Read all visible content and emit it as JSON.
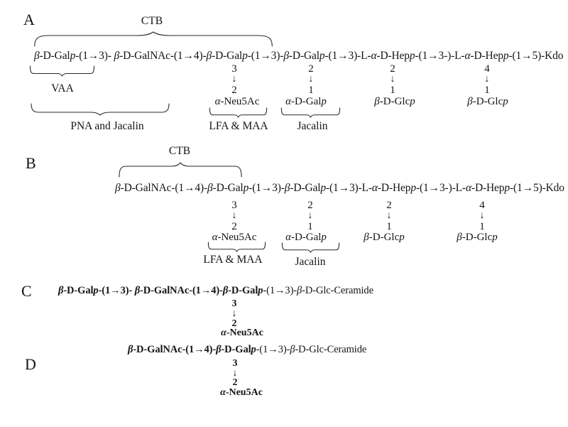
{
  "panels": {
    "A": {
      "label": "A",
      "ctb_label": "CTB",
      "vaa_label": "VAA",
      "pna_label": "PNA and Jacalin",
      "chain": [
        {
          "t": "β",
          "s": "i"
        },
        {
          "t": "-D-Gal"
        },
        {
          "t": "p",
          "s": "i"
        },
        {
          "t": "-(1→3)- "
        },
        {
          "t": "β",
          "s": "i"
        },
        {
          "t": "-D-GalNAc-(1→4)-"
        },
        {
          "t": "β",
          "s": "i"
        },
        {
          "t": "-D-Gal"
        },
        {
          "t": "p",
          "s": "i"
        },
        {
          "t": "-(1→3)-"
        },
        {
          "t": "β",
          "s": "i"
        },
        {
          "t": "-D-Gal"
        },
        {
          "t": "p",
          "s": "i"
        },
        {
          "t": "-(1→3)-L-"
        },
        {
          "t": "α",
          "s": "i"
        },
        {
          "t": "-D-Hep"
        },
        {
          "t": "p",
          "s": "i"
        },
        {
          "t": "-(1→3-)-L-"
        },
        {
          "t": "α",
          "s": "i"
        },
        {
          "t": "-D-Hep"
        },
        {
          "t": "p",
          "s": "i"
        },
        {
          "t": "-(1→5)-Kdo"
        }
      ],
      "branches": [
        {
          "from": "3",
          "arrow": "↓",
          "to": "2",
          "sugar": [
            {
              "t": "α",
              "s": "i"
            },
            {
              "t": "-Neu5Ac"
            }
          ],
          "brace_label": "LFA & MAA"
        },
        {
          "from": "2",
          "arrow": "↓",
          "to": "1",
          "sugar": [
            {
              "t": "α",
              "s": "i"
            },
            {
              "t": "-D-Gal"
            },
            {
              "t": "p",
              "s": "i"
            }
          ],
          "brace_label": "Jacalin"
        },
        {
          "from": "2",
          "arrow": "↓",
          "to": "1",
          "sugar": [
            {
              "t": "β",
              "s": "i"
            },
            {
              "t": "-D-Glc"
            },
            {
              "t": "p",
              "s": "i"
            }
          ]
        },
        {
          "from": "4",
          "arrow": "↓",
          "to": "1",
          "sugar": [
            {
              "t": "β",
              "s": "i"
            },
            {
              "t": "-D-Glc"
            },
            {
              "t": "p",
              "s": "i"
            }
          ]
        }
      ]
    },
    "B": {
      "label": "B",
      "ctb_label": "CTB",
      "chain": [
        {
          "t": "β",
          "s": "i"
        },
        {
          "t": "-D-GalNAc-(1→4)-"
        },
        {
          "t": "β",
          "s": "i"
        },
        {
          "t": "-D-Gal"
        },
        {
          "t": "p",
          "s": "i"
        },
        {
          "t": "-(1→3)-"
        },
        {
          "t": "β",
          "s": "i"
        },
        {
          "t": "-D-Gal"
        },
        {
          "t": "p",
          "s": "i"
        },
        {
          "t": "-(1→3)-L-"
        },
        {
          "t": "α",
          "s": "i"
        },
        {
          "t": "-D-Hep"
        },
        {
          "t": "p",
          "s": "i"
        },
        {
          "t": "-(1→3-)-L-"
        },
        {
          "t": "α",
          "s": "i"
        },
        {
          "t": "-D-Hep"
        },
        {
          "t": "p",
          "s": "i"
        },
        {
          "t": "-(1→5)-Kdo"
        }
      ],
      "branches": [
        {
          "from": "3",
          "arrow": "↓",
          "to": "2",
          "sugar": [
            {
              "t": "α",
              "s": "i"
            },
            {
              "t": "-Neu5Ac"
            }
          ],
          "brace_label": "LFA & MAA"
        },
        {
          "from": "2",
          "arrow": "↓",
          "to": "1",
          "sugar": [
            {
              "t": "α",
              "s": "i"
            },
            {
              "t": "-D-Gal"
            },
            {
              "t": "p",
              "s": "i"
            }
          ],
          "brace_label": "Jacalin"
        },
        {
          "from": "2",
          "arrow": "↓",
          "to": "1",
          "sugar": [
            {
              "t": "β",
              "s": "i"
            },
            {
              "t": "-D-Glc"
            },
            {
              "t": "p",
              "s": "i"
            }
          ]
        },
        {
          "from": "4",
          "arrow": "↓",
          "to": "1",
          "sugar": [
            {
              "t": "β",
              "s": "i"
            },
            {
              "t": "-D-Glc"
            },
            {
              "t": "p",
              "s": "i"
            }
          ]
        }
      ]
    },
    "C": {
      "label": "C",
      "chain": [
        {
          "t": "β",
          "s": "bi"
        },
        {
          "t": "-D-Gal",
          "s": "b"
        },
        {
          "t": "p",
          "s": "bi"
        },
        {
          "t": "-(1→3)- ",
          "s": "b"
        },
        {
          "t": "β",
          "s": "bi"
        },
        {
          "t": "-D-GalNAc-(1→4)-",
          "s": "b"
        },
        {
          "t": "β",
          "s": "bi"
        },
        {
          "t": "-D-Gal",
          "s": "b"
        },
        {
          "t": "p",
          "s": "bi"
        },
        {
          "t": "-(1→3)-"
        },
        {
          "t": "β",
          "s": "i"
        },
        {
          "t": "-D-Glc-Ceramide"
        }
      ],
      "branch": {
        "from": "3",
        "arrow": "↓",
        "to": "2",
        "sugar": [
          {
            "t": "α",
            "s": "bi"
          },
          {
            "t": "-Neu5Ac",
            "s": "b"
          }
        ]
      }
    },
    "D": {
      "label": "D",
      "chain": [
        {
          "t": "β",
          "s": "bi"
        },
        {
          "t": "-D-GalNAc-(1→4)-",
          "s": "b"
        },
        {
          "t": "β",
          "s": "bi"
        },
        {
          "t": "-D-Gal",
          "s": "b"
        },
        {
          "t": "p",
          "s": "bi"
        },
        {
          "t": "-(1→3)-"
        },
        {
          "t": "β",
          "s": "i"
        },
        {
          "t": "-D-Glc-Ceramide"
        }
      ],
      "branch": {
        "from": "3",
        "arrow": "↓",
        "to": "2",
        "sugar": [
          {
            "t": "α",
            "s": "bi"
          },
          {
            "t": "-Neu5Ac",
            "s": "b"
          }
        ]
      }
    }
  },
  "colors": {
    "ink": "#141414",
    "brace": "#2a2a2a",
    "background": "#ffffff"
  }
}
